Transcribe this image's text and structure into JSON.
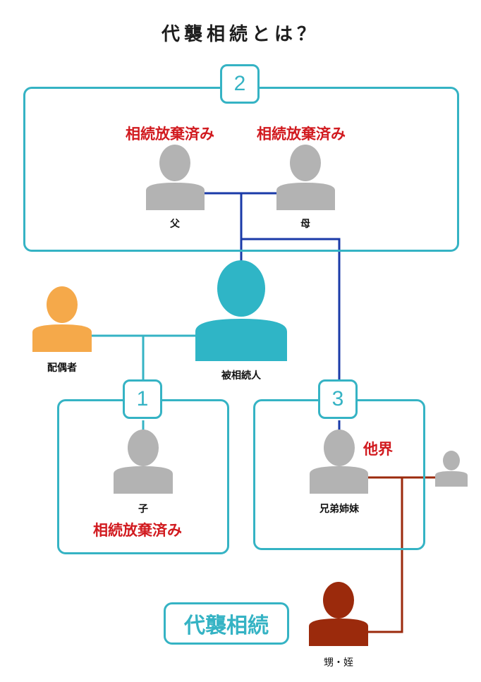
{
  "title": "代襲相続とは？",
  "colors": {
    "box_border": "#35b3c4",
    "line_parents": "#1a3aa8",
    "line_spouse": "#35b3c4",
    "line_daishu": "#9b2a0c",
    "person_gray": "#b3b3b3",
    "person_deceased_focus": "#2fb5c6",
    "person_spouse": "#f5a94a",
    "person_heir": "#9b2a0c",
    "status_red": "#d11a1f"
  },
  "groups": {
    "rank2": {
      "badge": "2"
    },
    "rank1": {
      "badge": "1"
    },
    "rank3": {
      "badge": "3"
    }
  },
  "people": {
    "father": {
      "label": "父",
      "status": "相続放棄済み"
    },
    "mother": {
      "label": "母",
      "status": "相続放棄済み"
    },
    "decedent": {
      "label": "被相続人"
    },
    "spouse": {
      "label": "配偶者"
    },
    "child": {
      "label": "子",
      "status": "相続放棄済み"
    },
    "siblings": {
      "label": "兄弟姉妹",
      "status": "他界"
    },
    "sibling_spouse": {
      "label": ""
    },
    "nephew_niece": {
      "label": "甥・姪"
    }
  },
  "daishu_label": "代襲相続"
}
